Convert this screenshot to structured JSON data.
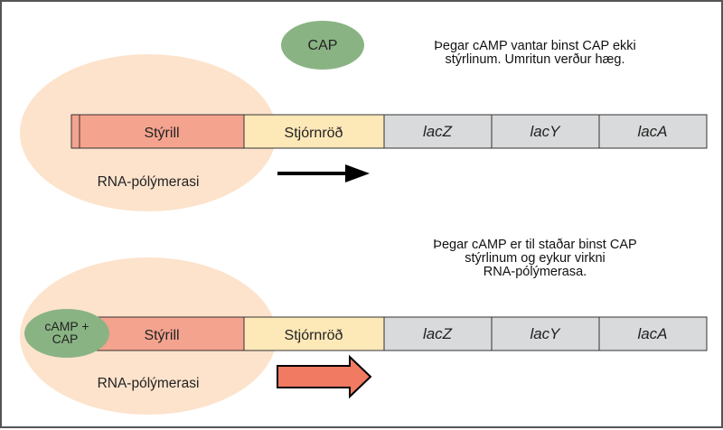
{
  "colors": {
    "polymerase": "#fde3cc",
    "operator_promoter": "#f4a38e",
    "regulator": "#fde8b8",
    "genes": "#d9dadb",
    "cap": "#8ab384",
    "arrow_active": "#f07a62"
  },
  "panel_top": {
    "cap_label": "CAP",
    "note_line1": "Þegar cAMP vantar binst CAP ekki",
    "note_line2": "stýrlinum. Umritun verður hæg.",
    "operator_label": "Stýrill",
    "regulator_label": "Stjórnröð",
    "genes": [
      "lacZ",
      "lacY",
      "lacA"
    ],
    "polymerase_label": "RNA-pólýmerasi",
    "transcription": "low"
  },
  "panel_bottom": {
    "cap_label_line1": "cAMP +",
    "cap_label_line2": "CAP",
    "note_line1": "Þegar cAMP er til staðar binst CAP",
    "note_line2": "stýrlinum og eykur virkni",
    "note_line3": "RNA-pólýmerasa.",
    "operator_label": "Stýrill",
    "regulator_label": "Stjórnröð",
    "genes": [
      "lacZ",
      "lacY",
      "lacA"
    ],
    "polymerase_label": "RNA-pólýmerasi",
    "transcription": "high"
  }
}
